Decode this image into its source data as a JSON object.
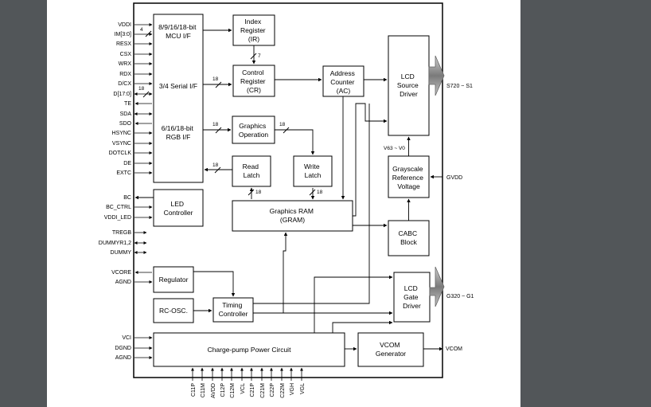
{
  "blocks": {
    "mcu_if": [
      "8/9/16/18-bit",
      "MCU I/F"
    ],
    "serial_if": [
      "3/4 Serial I/F"
    ],
    "rgb_if": [
      "6/16/18-bit",
      "RGB I/F"
    ],
    "index_register": [
      "Index",
      "Register",
      "(IR)"
    ],
    "control_register": [
      "Control",
      "Register",
      "(CR)"
    ],
    "address_counter": [
      "Address",
      "Counter",
      "(AC)"
    ],
    "source_driver": [
      "LCD",
      "Source",
      "Driver"
    ],
    "graphics_operation": [
      "Graphics",
      "Operation"
    ],
    "read_latch": [
      "Read",
      "Latch"
    ],
    "write_latch": [
      "Write",
      "Latch"
    ],
    "grayscale": [
      "Grayscale",
      "Reference",
      "Voltage"
    ],
    "gram": [
      "Graphics RAM",
      "(GRAM)"
    ],
    "led_controller": [
      "LED",
      "Controller"
    ],
    "cabc": [
      "CABC",
      "Block"
    ],
    "regulator": [
      "Regulator"
    ],
    "gate_driver": [
      "LCD",
      "Gate",
      "Driver"
    ],
    "rc_osc": [
      "RC-OSC."
    ],
    "timing_controller": [
      "Timing",
      "Controller"
    ],
    "charge_pump": [
      "Charge-pump Power Circuit"
    ],
    "vcom_generator": [
      "VCOM",
      "Generator"
    ]
  },
  "signals_left": [
    "VDDI",
    "IM[3:0]",
    "RESX",
    "CSX",
    "WRX",
    "RDX",
    "D/CX",
    "D[17:0]",
    "TE",
    "SDA",
    "SDO",
    "HSYNC",
    "VSYNC",
    "DOTCLK",
    "DE",
    "EXTC",
    "BC",
    "BC_CTRL",
    "VDDI_LED",
    "TREGB",
    "DUMMYR1,2",
    "DUMMY",
    "VCORE",
    "AGND",
    "VCI",
    "DGND",
    "AGND"
  ],
  "signals_right": [
    "S720 ~ S1",
    "GVDD",
    "G320 ~ G1",
    "VCOM"
  ],
  "signals_bottom": [
    "C11P",
    "C11M",
    "AVDD",
    "C12P",
    "C12M",
    "VCL",
    "C21P",
    "C21M",
    "C22P",
    "C22M",
    "VGH",
    "VGL"
  ],
  "bus_labels": {
    "im_width": "4",
    "d_width": "18",
    "ir_cr": "7",
    "cr_bus": "18",
    "go_bus": "18",
    "go_out": "18",
    "rl_bus": "18",
    "rl_gram": "18",
    "wl_gram": "18",
    "v63_v0": "V63 ~ V0"
  }
}
